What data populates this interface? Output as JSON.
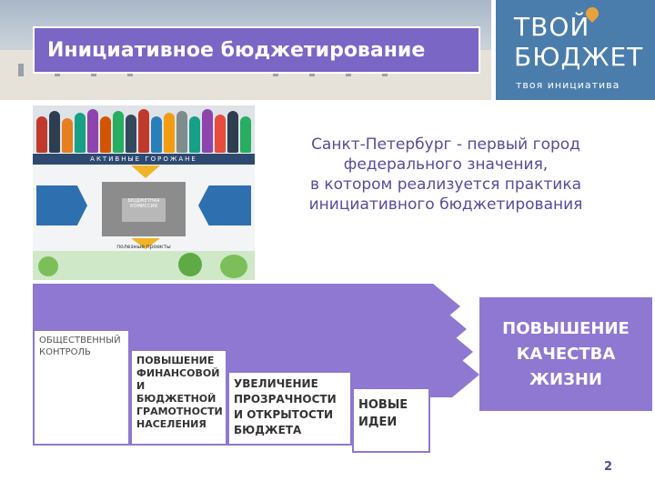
{
  "header": {
    "title": "Инициативное  бюджетирование"
  },
  "logo": {
    "line1": "ТВОЙ",
    "line2": "БЮДЖЕТ",
    "tagline": "твоя инициатива"
  },
  "illustration": {
    "banner": "АКТИВНЫЕ ГОРОЖАНЕ",
    "center": "БЮДЖЕТНАЯ КОМИССИЯ",
    "bottom": "полезные проекты"
  },
  "main_text": {
    "lines": [
      "Санкт-Петербург - первый город",
      "федерального значения,",
      "в котором реализуется практика",
      "инициативного бюджетирования"
    ]
  },
  "steps": [
    {
      "lines": [
        "ОБЩЕСТВЕННЫЙ",
        "КОНТРОЛЬ"
      ]
    },
    {
      "lines": [
        "ПОВЫШЕНИЕ",
        "ФИНАНСОВОЙ",
        "И БЮДЖЕТНОЙ",
        "ГРАМОТНОСТИ",
        "НАСЕЛЕНИЯ"
      ]
    },
    {
      "lines": [
        "УВЕЛИЧЕНИЕ",
        "ПРОЗРАЧНОСТИ",
        "И ОТКРЫТОСТИ",
        "БЮДЖЕТА"
      ]
    },
    {
      "lines": [
        "НОВЫЕ",
        "ИДЕИ"
      ]
    }
  ],
  "result": {
    "lines": [
      "ПОВЫШЕНИЕ",
      "КАЧЕСТВА",
      "ЖИЗНИ"
    ]
  },
  "page_number": "2",
  "colors": {
    "accent": "#8e78d1",
    "logo_bg": "#4a7dab",
    "text": "#5a4a9a"
  }
}
